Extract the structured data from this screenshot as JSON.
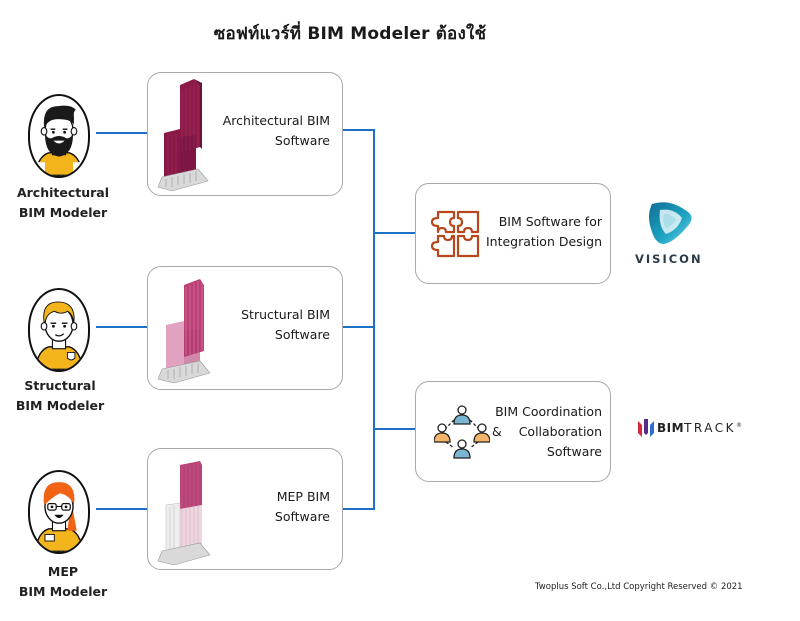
{
  "title": "ซอฟท์แวร์ที่ BIM Modeler ต้องใช้",
  "colors": {
    "connector": "#1e6fc6",
    "card_border": "#a9a9a9",
    "building": "#8e1a4a",
    "puzzle": "#b8471e",
    "avatar_shirt": "#f3b51b",
    "visicon": "#1b8fb0"
  },
  "modelers": [
    {
      "line1": "Architectural",
      "line2": "BIM Modeler",
      "icon": "bearded-man-avatar-icon"
    },
    {
      "line1": "Structural",
      "line2": "BIM Modeler",
      "icon": "blond-man-avatar-icon"
    },
    {
      "line1": "MEP",
      "line2": "BIM Modeler",
      "icon": "red-haired-woman-avatar-icon"
    }
  ],
  "software": [
    {
      "line1": "Architectural BIM",
      "line2": "Software",
      "icon": "building-model-icon"
    },
    {
      "line1": "Structural BIM",
      "line2": "Software",
      "icon": "building-model-icon"
    },
    {
      "line1": "MEP BIM",
      "line2": "Software",
      "icon": "building-model-icon"
    }
  ],
  "tools": [
    {
      "line1": "BIM Software for",
      "line2": "Integration Design",
      "icon": "puzzle-icon",
      "logo": "VISICON"
    },
    {
      "line1": "BIM Coordination",
      "line2": "&    Collaboration",
      "line3": "Software",
      "icon": "team-network-icon",
      "logo_bold": "BIM",
      "logo_rest": "TRACK",
      "logo_mark": "®"
    }
  ],
  "footer": "Twoplus Soft Co.,Ltd Copyright Reserved © 2021"
}
